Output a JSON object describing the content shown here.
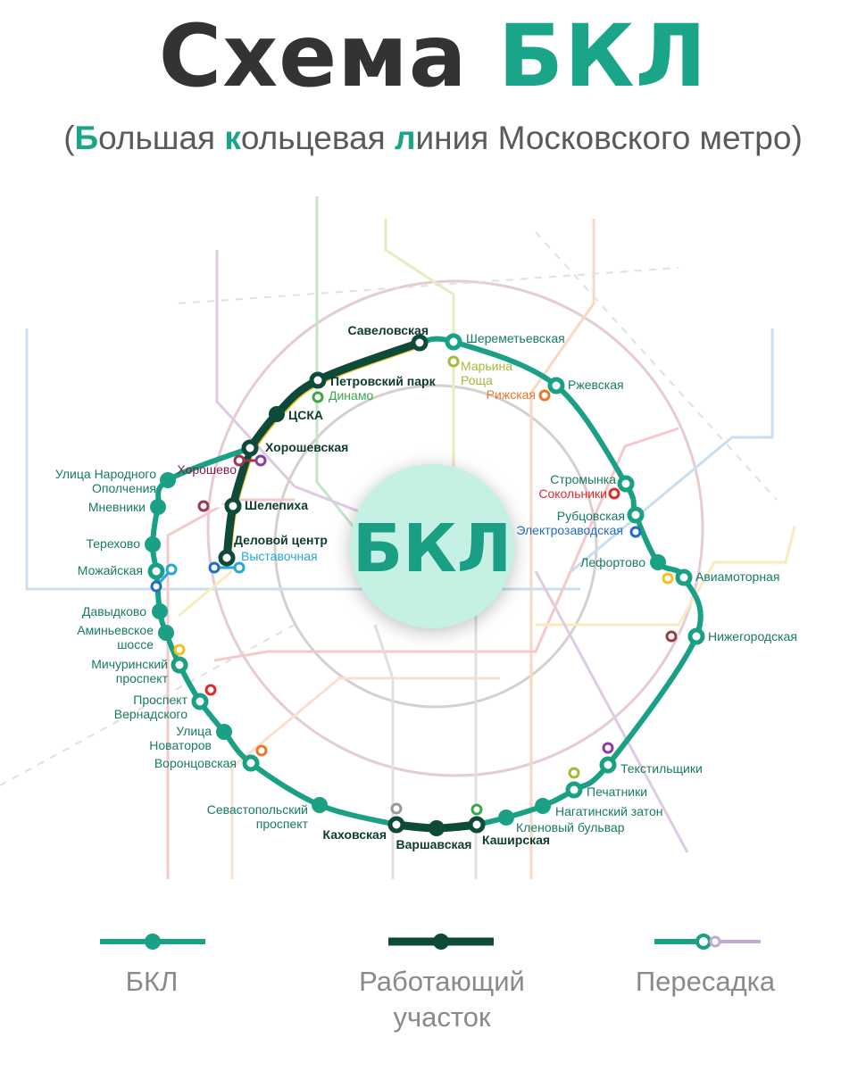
{
  "header": {
    "title_main": "Схема",
    "title_accent": "БКЛ",
    "subtitle": {
      "open": "(",
      "b1": "Б",
      "t1": "ольшая ",
      "b2": "к",
      "t2": "ольцевая ",
      "b3": "л",
      "t3": "иния Московского метро)"
    }
  },
  "center_badge": "БКЛ",
  "colors": {
    "bkl": "#1aa085",
    "working": "#0e4a3a",
    "badge": "#c5f0e4",
    "accent": "#1aa589"
  },
  "stations": [
    {
      "name": [
        "Савеловская"
      ],
      "working": true
    },
    {
      "name": [
        "Шереметьевская"
      ],
      "transfer": {
        "name": [
          "Марьина",
          "Роща"
        ],
        "color": "#a7b83a"
      }
    },
    {
      "name": [
        "Ржевская"
      ],
      "transfer": {
        "name": [
          "Рижская"
        ],
        "color": "#e8782a"
      }
    },
    {
      "name": [
        "Стромынка"
      ],
      "transfer": {
        "name": [
          "Сокольники"
        ],
        "color": "#e02a2a"
      }
    },
    {
      "name": [
        "Рубцовская"
      ],
      "transfer": {
        "name": [
          "Электрозаводская"
        ],
        "color": "#1f6fc0"
      }
    },
    {
      "name": [
        "Лефортово"
      ]
    },
    {
      "name": [
        "Авиамоторная"
      ],
      "transfer": {
        "color": "#f5c020"
      }
    },
    {
      "name": [
        "Нижегородская"
      ],
      "transfer": {
        "color": "#a0364e"
      }
    },
    {
      "name": [
        "Текстильщики"
      ],
      "transfer": {
        "color": "#8e3a9e"
      }
    },
    {
      "name": [
        "Печатники"
      ],
      "transfer": {
        "color": "#a7b83a"
      }
    },
    {
      "name": [
        "Нагатинский затон"
      ]
    },
    {
      "name": [
        "Кленовый бульвар"
      ]
    },
    {
      "name": [
        "Каширская"
      ],
      "working": true,
      "transfer": {
        "color": "#3aa84a"
      }
    },
    {
      "name": [
        "Варшавская"
      ],
      "working": true
    },
    {
      "name": [
        "Каховская"
      ],
      "working": true,
      "transfer": {
        "color": "#999999"
      }
    },
    {
      "name": [
        "Севастопольский",
        "проспект"
      ]
    },
    {
      "name": [
        "Воронцовская"
      ],
      "transfer": {
        "color": "#e8782a"
      }
    },
    {
      "name": [
        "Улица",
        "Новаторов"
      ]
    },
    {
      "name": [
        "Проспект",
        "Вернадского"
      ],
      "transfer": {
        "color": "#e02a2a"
      }
    },
    {
      "name": [
        "Мичуринский",
        "проспект"
      ],
      "transfer": {
        "color": "#f5c020"
      }
    },
    {
      "name": [
        "Аминьевское",
        "шоссе"
      ]
    },
    {
      "name": [
        "Давыдково"
      ]
    },
    {
      "name": [
        "Можайская"
      ],
      "transfer": {
        "color": "#27a7d8"
      }
    },
    {
      "name": [
        "Терехово"
      ]
    },
    {
      "name": [
        "Мневники"
      ]
    },
    {
      "name": [
        "Улица Народного",
        "Ополчения"
      ]
    },
    {
      "name": [
        "Хорошевская"
      ],
      "working": true,
      "transfer": {
        "name": [
          "Хорошево"
        ],
        "color": "#a0364e"
      }
    },
    {
      "name": [
        "ЦСКА"
      ],
      "working": true
    },
    {
      "name": [
        "Петровский парк"
      ],
      "working": true,
      "transfer": {
        "name": [
          "Динамо"
        ],
        "color": "#3aa84a"
      }
    },
    {
      "name": [
        "Шелепиха"
      ],
      "working": true,
      "transfer": {
        "color": "#a0364e"
      }
    },
    {
      "name": [
        "Деловой центр"
      ],
      "working": true,
      "transfer": {
        "name": [
          "Выставочная"
        ],
        "color": "#27a7d8"
      }
    }
  ],
  "legend": [
    {
      "label": "БКЛ"
    },
    {
      "label": "Работающий участок"
    },
    {
      "label": "Пересадка"
    }
  ]
}
